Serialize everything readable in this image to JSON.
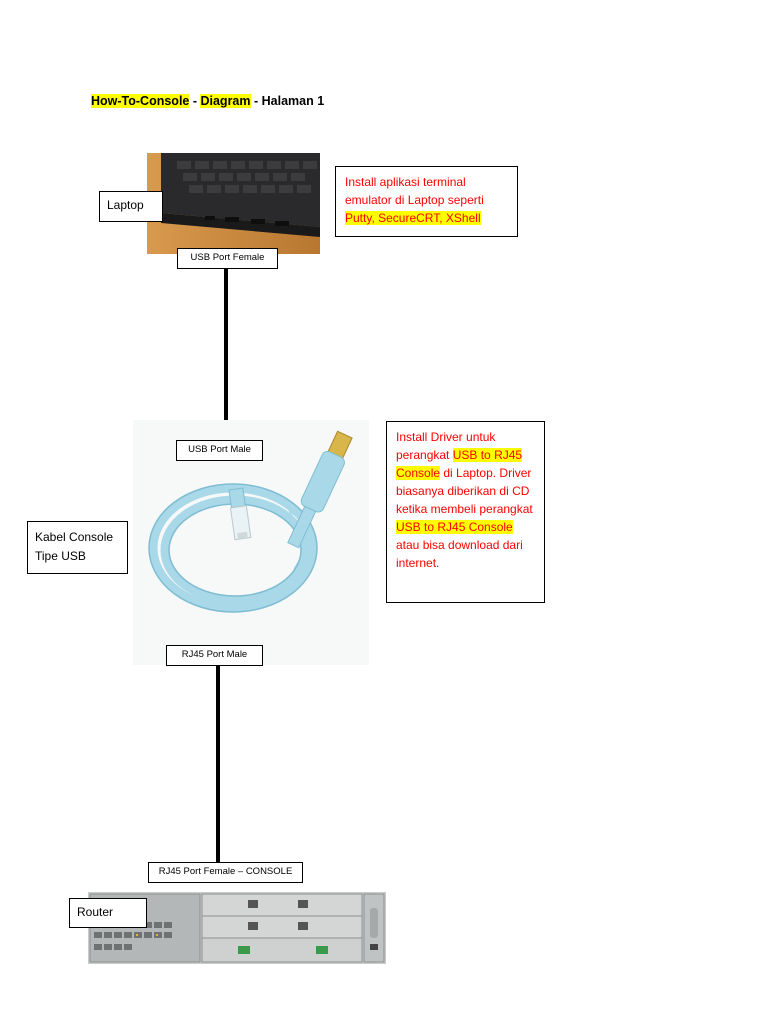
{
  "title": {
    "part1": "How-To-Console",
    "sep1": " - ",
    "part2": "Diagram",
    "sep2": " - Halaman 1"
  },
  "labels": {
    "laptop": "Laptop",
    "cable": "Kabel Console Tipe USB",
    "router": "Router"
  },
  "ports": {
    "usb_female": "USB Port Female",
    "usb_male": "USB Port Male",
    "rj45_male": "RJ45 Port Male",
    "rj45_female": "RJ45 Port Female – CONSOLE"
  },
  "notes": {
    "terminal": {
      "line1": "Install aplikasi terminal emulator di Laptop seperti ",
      "highlight": "Putty, SecureCRT, XShell"
    },
    "driver": {
      "t1": "Install Driver untuk perangkat ",
      "h1": "USB to RJ45 Console",
      "t2": " di Laptop. Driver biasanya diberikan di CD ketika membeli perangkat ",
      "h2": "USB to RJ45 Console",
      "t3": " atau bisa download dari internet."
    }
  },
  "colors": {
    "highlight": "#ffff00",
    "note_text": "#ff0000",
    "wire": "#000000",
    "cable": "#a9d8e8"
  }
}
